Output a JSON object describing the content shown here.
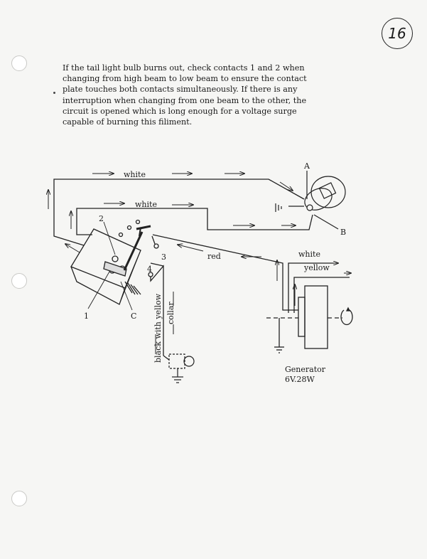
{
  "page_number": "16",
  "intro_text": "If the tail light bulb burns out, check contacts 1 and 2 when changing from high beam to low beam to ensure the contact plate touches both contacts simultaneously. If there is any interruption when changing from one beam to the other, the circuit is opened which is long enough for a voltage surge capable of burning this filiment.",
  "diagram": {
    "wire_white_top": "white",
    "wire_white_inner": "white",
    "wire_red": "red",
    "wire_white_gen": "white",
    "wire_yellow_gen": "yellow",
    "wire_black_yellow_a": "black with yellow",
    "wire_black_yellow_b": "collar",
    "label_A": "A",
    "label_B": "B",
    "label_C": "C",
    "label_1": "1",
    "label_2": "2",
    "label_3": "3",
    "label_4": "4",
    "generator_name": "Generator",
    "generator_rating": "6V.28W"
  }
}
